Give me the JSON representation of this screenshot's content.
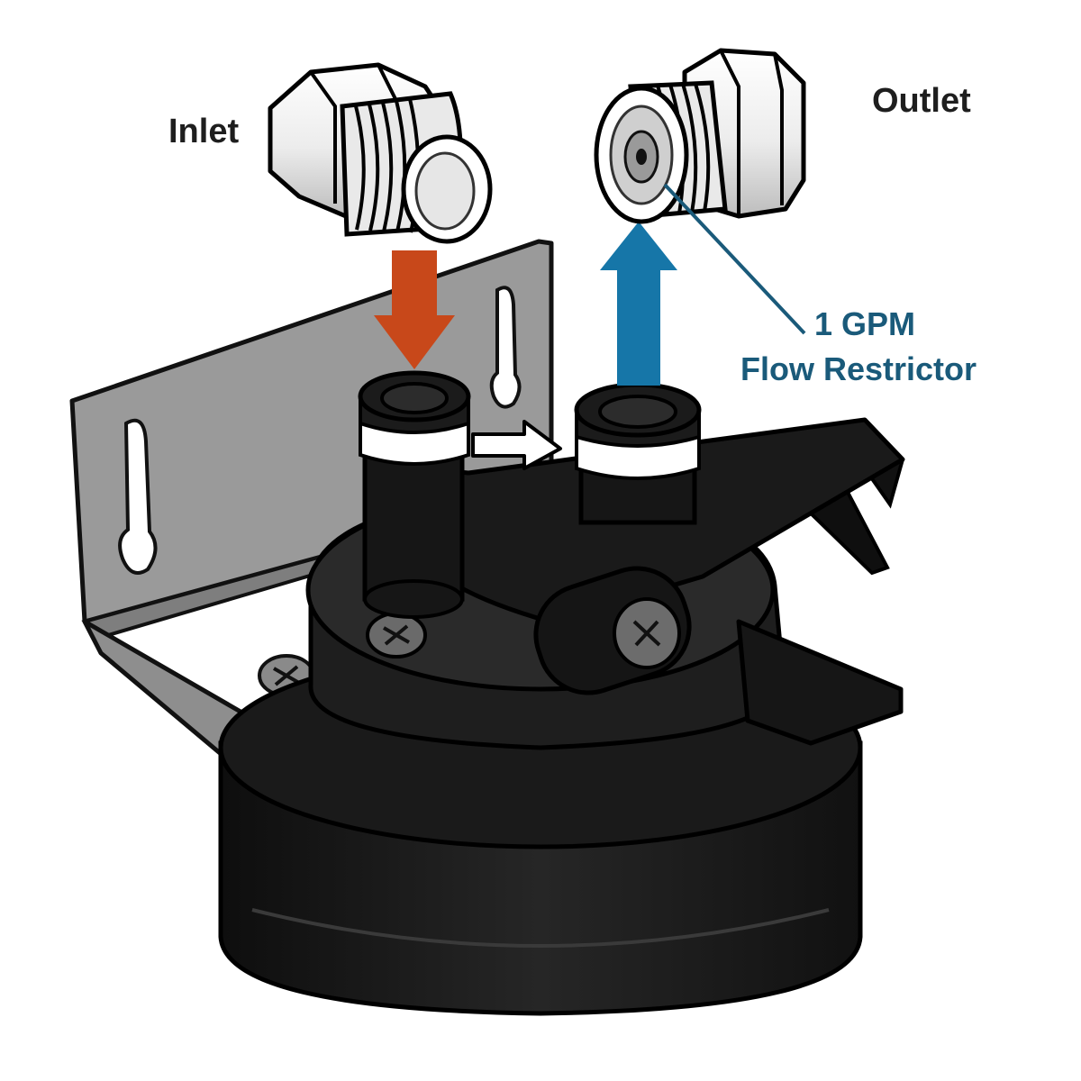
{
  "labels": {
    "inlet": "Inlet",
    "outlet": "Outlet",
    "restrictor_line1": "1 GPM",
    "restrictor_line2": "Flow Restrictor"
  },
  "colors": {
    "inlet_arrow": "#c8481a",
    "outlet_arrow": "#1676a8",
    "restrictor_text": "#1a5a7a",
    "label_text": "#1e1e1e",
    "housing": "#1c1c1c",
    "bracket": "#9a9a9a",
    "fitting": "#f2f2f2"
  },
  "icons": {
    "inlet_arrow": "arrow-down-icon",
    "outlet_arrow": "arrow-up-icon",
    "flow_arrow": "arrow-right-icon"
  }
}
